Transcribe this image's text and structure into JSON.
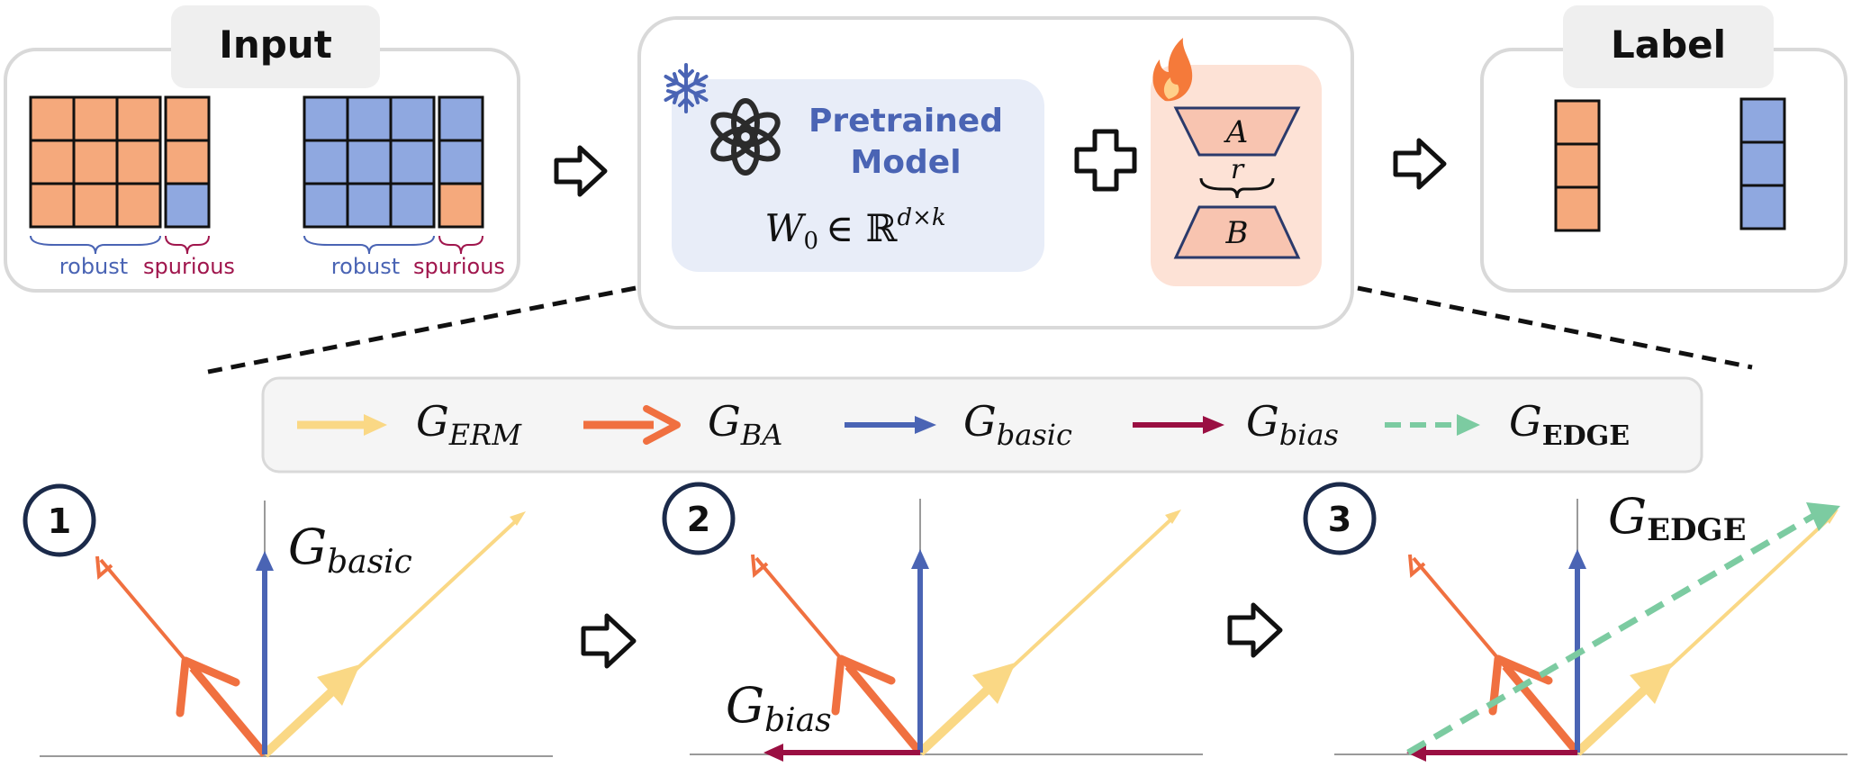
{
  "colors": {
    "orange": "#f5a97c",
    "blue": "#8fa8e0",
    "erm": "#fad885",
    "ba": "#f07040",
    "basic": "#4a64b4",
    "bias": "#9a0f42",
    "edge": "#7ccba1",
    "robust_text": "#4a64b4",
    "spurious_text": "#a0164d",
    "pretrained_bg": "#e8edf8",
    "lora_bg": "#fde2d6",
    "legend_bg": "#f5f5f5",
    "panel_border": "#d9d9d9",
    "snowflake": "#4a64b4"
  },
  "input": {
    "title": "Input",
    "left_group": {
      "robust_label": "robust",
      "spurious_label": "spurious"
    },
    "right_group": {
      "robust_label": "robust",
      "spurious_label": "spurious"
    }
  },
  "model": {
    "title_line1": "Pretrained",
    "title_line2": "Model",
    "weight_main": "W",
    "weight_sub": "0",
    "weight_in": "∈ ℝ",
    "weight_sup": "d×k",
    "lora_a": "A",
    "lora_b": "B",
    "lora_rank": "r",
    "plus_icon": "plus-icon",
    "frozen_icon": "snowflake-icon",
    "trainable_icon": "flame-icon",
    "logo_icon": "openai-logo-icon"
  },
  "label": {
    "title": "Label"
  },
  "legend": {
    "items": [
      {
        "name": "ERM",
        "main": "G",
        "sub": "ERM",
        "bold": false
      },
      {
        "name": "BA",
        "main": "G",
        "sub": "BA",
        "bold": false
      },
      {
        "name": "basic",
        "main": "G",
        "sub": "basic",
        "bold": false
      },
      {
        "name": "bias",
        "main": "G",
        "sub": "bias",
        "bold": false
      },
      {
        "name": "EDGE",
        "main": "G",
        "sub": "EDGE",
        "bold": true
      }
    ]
  },
  "steps": {
    "step1": {
      "number": "1",
      "label_main": "G",
      "label_sub": "basic"
    },
    "step2": {
      "number": "2",
      "label_main": "G",
      "label_sub": "bias"
    },
    "step3": {
      "number": "3",
      "label_main": "G",
      "label_sub": "EDGE"
    }
  }
}
